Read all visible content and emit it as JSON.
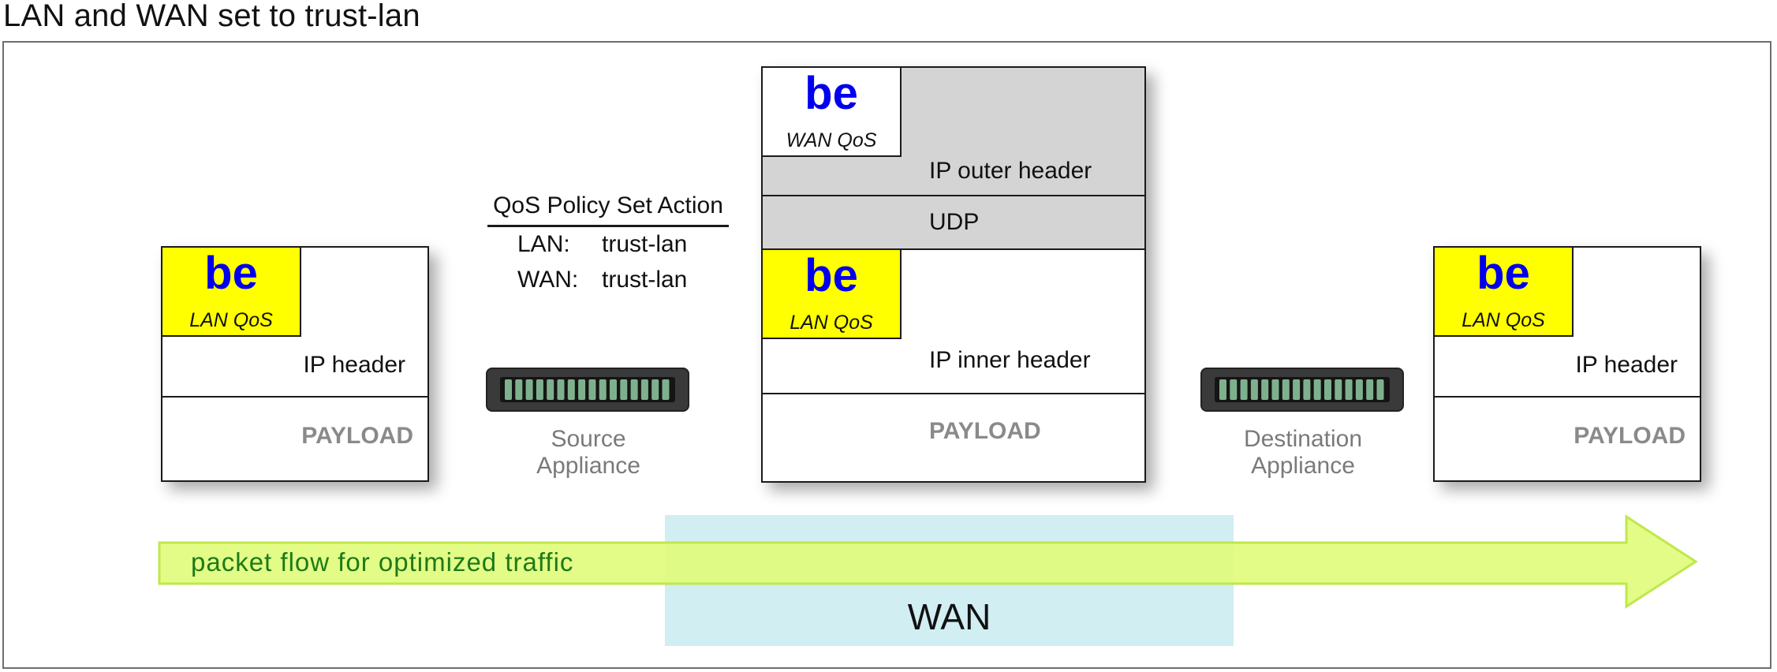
{
  "title": "LAN and WAN set to trust-lan",
  "colors": {
    "qos_lan_fill": "#ffff00",
    "qos_value_text": "#0000ee",
    "wan_band": "#d1eef2",
    "flow_arrow_fill": "#e0fc7a",
    "flow_arrow_text": "#1e7a18",
    "outer_header_fill": "#d4d4d4",
    "payload_text": "#8a8a8a"
  },
  "left_packet": {
    "qos_value": "be",
    "qos_label": "LAN QoS",
    "header_label": "IP header",
    "payload_label": "PAYLOAD"
  },
  "policy": {
    "title": "QoS Policy Set Action",
    "lan_key": "LAN:",
    "lan_value": "trust-lan",
    "wan_key": "WAN:",
    "wan_value": "trust-lan"
  },
  "source_appliance": {
    "line1": "Source",
    "line2": "Appliance",
    "icon": "appliance-icon"
  },
  "tunnel_packet": {
    "outer_qos_value": "be",
    "outer_qos_label": "WAN QoS",
    "outer_header_label": "IP outer header",
    "udp_label": "UDP",
    "inner_qos_value": "be",
    "inner_qos_label": "LAN QoS",
    "inner_header_label": "IP inner header",
    "payload_label": "PAYLOAD"
  },
  "destination_appliance": {
    "line1": "Destination",
    "line2": "Appliance",
    "icon": "appliance-icon"
  },
  "right_packet": {
    "qos_value": "be",
    "qos_label": "LAN QoS",
    "header_label": "IP header",
    "payload_label": "PAYLOAD"
  },
  "flow": {
    "label": "packet flow for optimized traffic"
  },
  "wan": {
    "label": "WAN"
  }
}
